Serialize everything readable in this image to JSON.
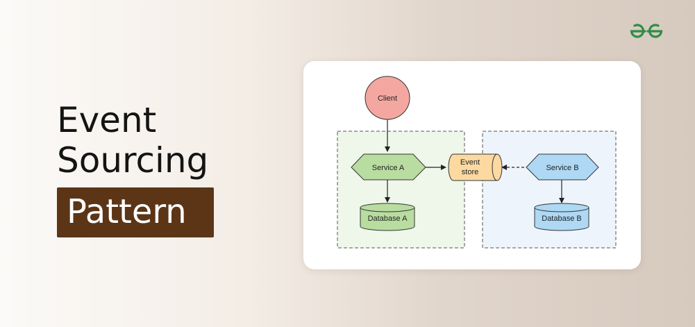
{
  "hero": {
    "title_line1": "Event",
    "title_line2": "Sourcing",
    "badge": "Pattern"
  },
  "logo": {
    "icon": "gfg-logo-icon",
    "color": "#2f8d46"
  },
  "diagram": {
    "nodes": {
      "client": "Client",
      "service_a": "Service A",
      "database_a": "Database A",
      "event_store_line1": "Event",
      "event_store_line2": "store",
      "service_b": "Service B",
      "database_b": "Database B"
    },
    "colors": {
      "client": "#f4a7a0",
      "service_a": "#b9dca0",
      "database_a": "#b9dca0",
      "event_store": "#fcd9a0",
      "service_b": "#aed8f4",
      "database_b": "#aed8f4",
      "group_a_bg": "#eef7ea",
      "group_b_bg": "#eef4fb",
      "badge_bg": "#5b3516"
    }
  }
}
